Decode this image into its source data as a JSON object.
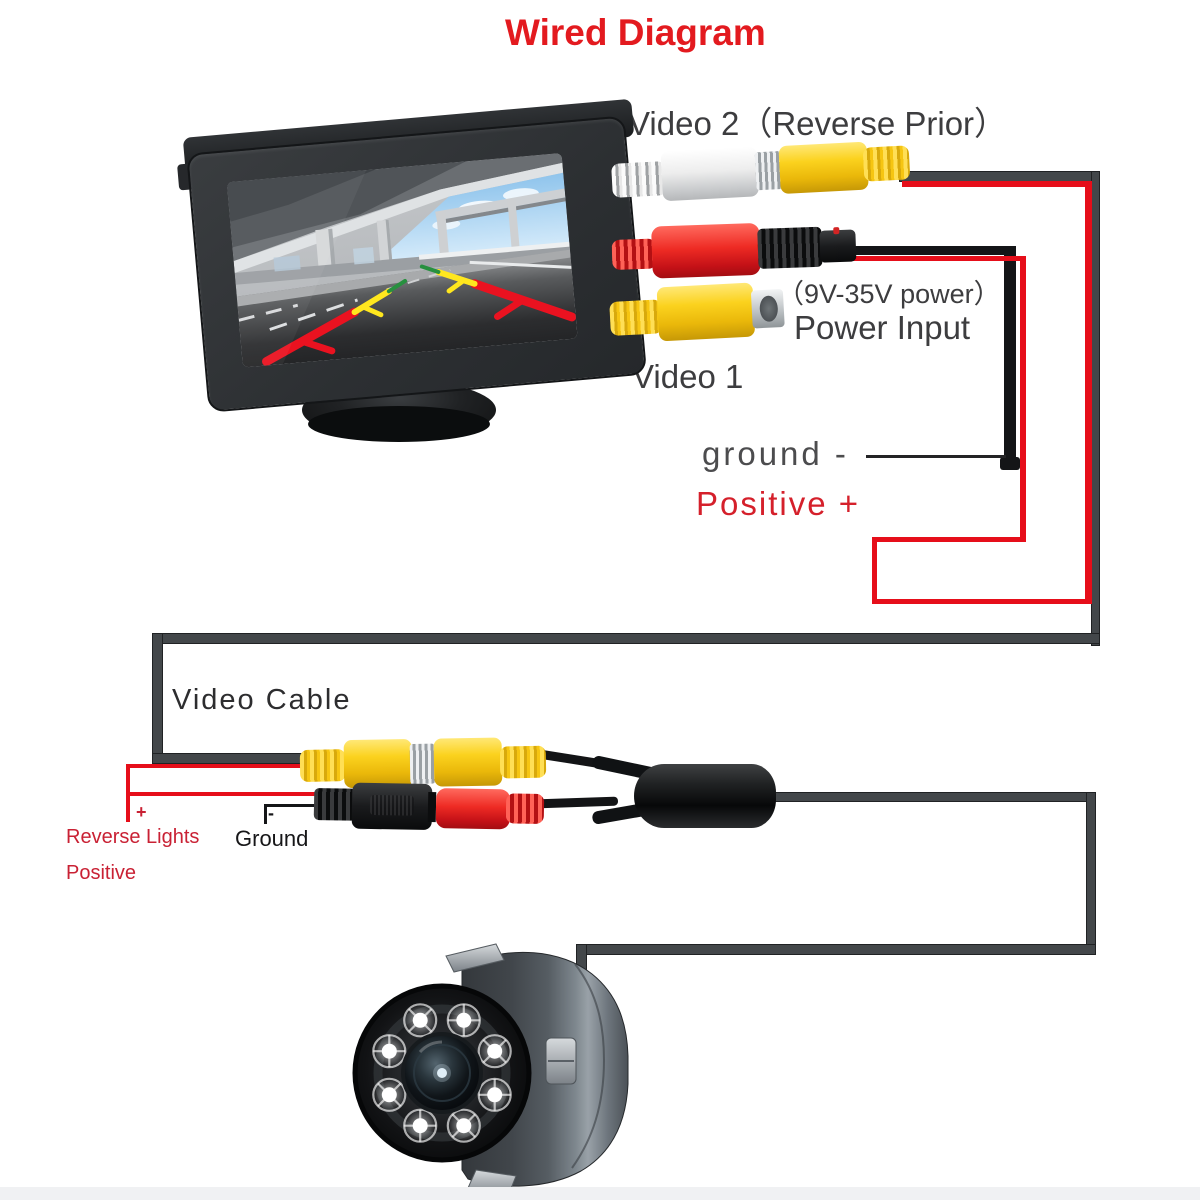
{
  "title": {
    "text": "Wired Diagram"
  },
  "labels": {
    "video2": "Video 2（Reverse Prior）",
    "power_note": "（9V-35V power）",
    "power_input": "Power Input",
    "video1": "Video 1",
    "ground_wire": "ground -",
    "positive_wire": "Positive +",
    "video_cable": "Video Cable",
    "reverse_lights": "Reverse Lights",
    "positive": "Positive",
    "ground": "Ground",
    "plus": "+",
    "minus": "-"
  },
  "colors": {
    "background": "#ffffff",
    "title_red": "#e31a1f",
    "label_dark": "#3d3d3f",
    "label_red": "#c92134",
    "positive_red": "#d5202b",
    "wire_red": "#e60e1a",
    "wire_dark_gray": "#43474a",
    "wire_black": "#141517",
    "connector_yellow": "#f6c511",
    "connector_white": "#f2f2f2",
    "connector_red": "#e8261f",
    "connector_black": "#1b1c1e",
    "monitor_bezel": "#2e3134",
    "guide_red": "#ea1220",
    "guide_yellow": "#ffe71e",
    "guide_green": "#27903f"
  }
}
